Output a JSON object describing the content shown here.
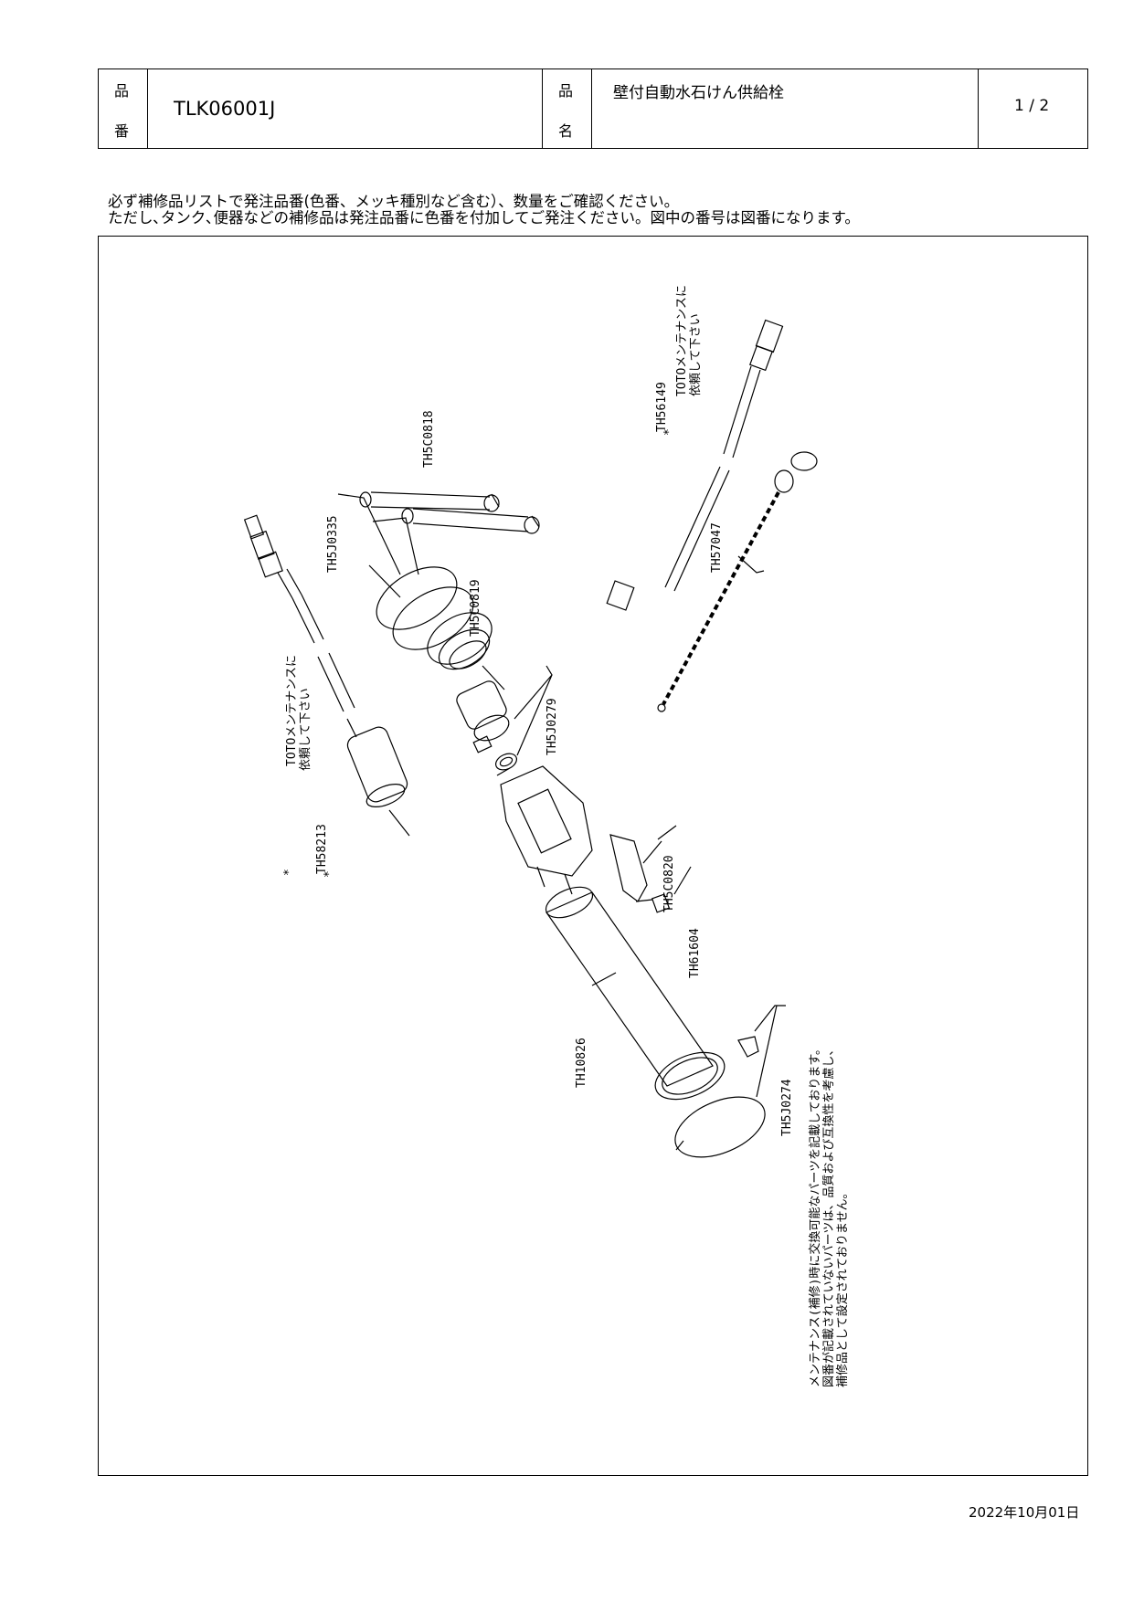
{
  "header": {
    "part_no_label_1": "品",
    "part_no_label_2": "番",
    "part_no": "TLK06001J",
    "name_label_1": "品",
    "name_label_2": "名",
    "name": "壁付自動水石けん供給栓",
    "page": "1 / 2"
  },
  "notes": {
    "line1": "必ず補修品リストで発注品番(色番、メッキ種別など含む）、数量をご確認ください。",
    "line2": "ただし､タンク､便器などの補修品は発注品番に色番を付加してご発注ください。図中の番号は図番になります。"
  },
  "parts": {
    "p1": "TH5C0818",
    "p2": "TH5J0335",
    "p3": "TH5C0819",
    "p4": "TH56149",
    "p4_note_1": "TOTOメンテナンスに",
    "p4_note_2": "依頼して下さい",
    "p5": "TH57047",
    "p6": "TH5J0279",
    "p7": "TH58213",
    "p7_note_1": "TOTOメンテナンスに",
    "p7_note_2": "依頼して下さい",
    "p8": "TH5C0820",
    "p9": "TH61604",
    "p10": "TH10826",
    "p11": "TH5J0274",
    "asterisk": "*"
  },
  "side_note": {
    "line1": "メンテナンス(補修)時に交換可能なパーツを記載しております。",
    "line2": "図番が記載されていないパーツは、品質および互換性を考慮し、",
    "line3": "補修品として設定されておりません。"
  },
  "date": "2022年10月01日"
}
